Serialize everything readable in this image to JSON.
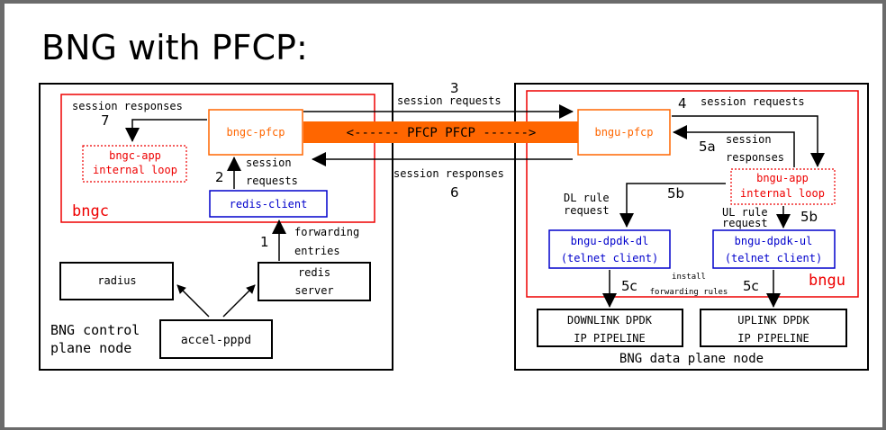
{
  "title": "BNG with PFCP:",
  "control_node": {
    "label_line1": "BNG control",
    "label_line2": "plane node",
    "bngc_label": "bngc",
    "bngc_pfcp": "bngc-pfcp",
    "bngc_app_line1": "bngc-app",
    "bngc_app_line2": "internal loop",
    "redis_client": "redis-client",
    "radius": "radius",
    "redis_server_line1": "redis",
    "redis_server_line2": "server",
    "accel_pppd": "accel-pppd"
  },
  "data_node": {
    "label": "BNG data plane node",
    "bngu_label": "bngu",
    "bngu_pfcp": "bngu-pfcp",
    "bngu_app_line1": "bngu-app",
    "bngu_app_line2": "internal loop",
    "dpdk_dl_line1": "bngu-dpdk-dl",
    "dpdk_dl_line2": "(telnet client)",
    "dpdk_ul_line1": "bngu-dpdk-ul",
    "dpdk_ul_line2": "(telnet client)",
    "dl_pipeline_line1": "DOWNLINK DPDK",
    "dl_pipeline_line2": "IP PIPELINE",
    "ul_pipeline_line1": "UPLINK DPDK",
    "ul_pipeline_line2": "IP PIPELINE"
  },
  "pfcp_link": "<------ PFCP PFCP ------>",
  "flows": {
    "step1": "1",
    "step1_label1": "forwarding",
    "step1_label2": "entries",
    "step2": "2",
    "step2_label1": "session",
    "step2_label2": "requests",
    "step3": "3",
    "step3_label": "session requests",
    "step4": "4",
    "step4_label": "session requests",
    "step5a": "5a",
    "step5a_label1": "session",
    "step5a_label2": "responses",
    "step5b_dl": "5b",
    "step5b_dl_label1": "DL rule",
    "step5b_dl_label2": "request",
    "step5b_ul": "5b",
    "step5b_ul_label1": "UL rule",
    "step5b_ul_label2": "request",
    "step5c_dl": "5c",
    "step5c_ul": "5c",
    "step5c_label1": "install",
    "step5c_label2": "forwarding rules",
    "step6": "6",
    "step6_label": "session responses",
    "step7": "7",
    "step7_label": "session responses"
  },
  "colors": {
    "frame": "#6b6b6b",
    "background": "#ffffff",
    "red": "#ee0000",
    "orange": "#ff6600",
    "blue": "#0000cc",
    "black": "#000000"
  }
}
